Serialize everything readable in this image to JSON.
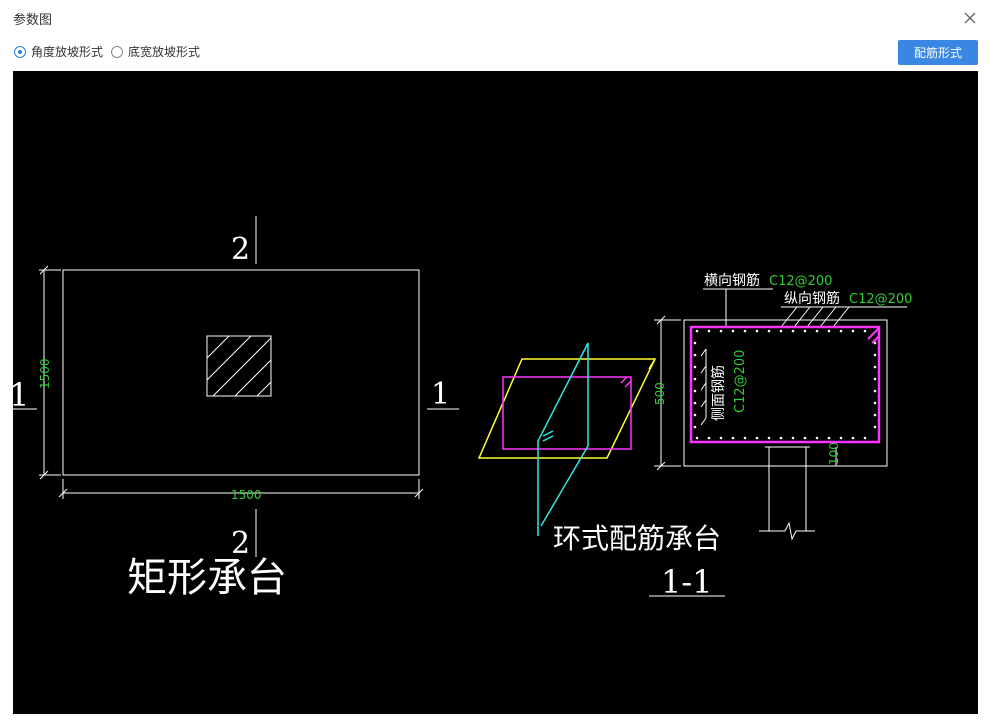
{
  "window": {
    "title": "参数图"
  },
  "toolbar": {
    "radio_angle": "角度放坡形式",
    "radio_width": "底宽放坡形式",
    "selected": "angle",
    "rebar_button": "配筋形式"
  },
  "drawing": {
    "rect_title": "矩形承台",
    "ring_title": "环式配筋承台",
    "section_label": "1-1",
    "section_mark_1": "1",
    "section_mark_2": "2",
    "dim_width": "1500",
    "dim_height": "1500",
    "horizontal_rebar": "横向钢筋",
    "horizontal_rebar_spec": "C12@200",
    "longitudinal_rebar": "纵向钢筋",
    "longitudinal_rebar_spec": "C12@200",
    "side_rebar": "侧面钢筋",
    "side_rebar_spec": "C12@200",
    "dim_section_height": "500",
    "dim_cover": "100",
    "colors": {
      "line": "#ffffff",
      "dimension": "#33cc33",
      "rebar_ring": "#ff33ff",
      "slope_yellow": "#ffff33",
      "slope_cyan": "#33e6e6"
    }
  }
}
